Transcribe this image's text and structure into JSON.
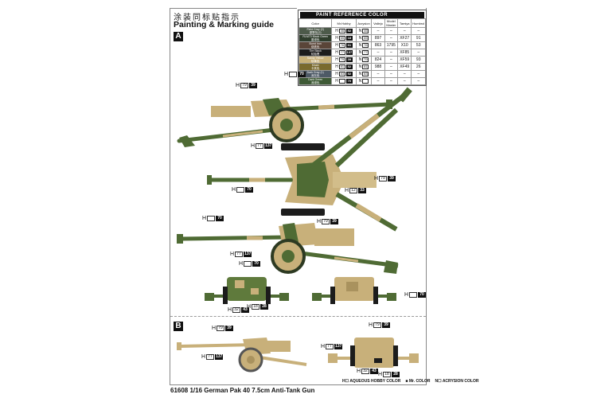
{
  "header": {
    "title_cn": "涂装同标贴指示",
    "title_en": "Painting & Marking guide"
  },
  "schemes": [
    {
      "label": "A"
    },
    {
      "label": "B"
    }
  ],
  "paint_table": {
    "title": "PAINT  REFERENCE COLOR",
    "columns": [
      "Color",
      "Mr.Hobby",
      "Acrysion",
      "Vallejo",
      "Model Master",
      "Tamiya",
      "Humbrol"
    ],
    "rows": [
      {
        "color": "Field Gray (2)",
        "color_cn": "原野灰(2)",
        "swatch": "#4d5a4a",
        "h": "45",
        "c": "52",
        "n": "45",
        "vallejo": "–",
        "model_master": "–",
        "tamiya": "–",
        "humbrol": "–"
      },
      {
        "color": "RLM70 Black Green",
        "color_cn": "墨绿色",
        "swatch": "#2f3d2c",
        "h": "65",
        "c": "18",
        "n": "65",
        "vallejo": "897",
        "model_master": "–",
        "tamiya": "XF27",
        "humbrol": "91"
      },
      {
        "color": "Burnt Iron",
        "color_cn": "烧铁色",
        "swatch": "#5a4538",
        "h": "76",
        "c": "61",
        "n": "76",
        "vallejo": "863",
        "model_master": "1795",
        "tamiya": "X10",
        "humbrol": "53"
      },
      {
        "color": "Tire Black",
        "color_cn": "轮胎黑",
        "swatch": "#1c1c1c",
        "h": "77",
        "c": "137",
        "n": "77",
        "vallejo": "–",
        "model_master": "–",
        "tamiya": "XF85",
        "humbrol": "–"
      },
      {
        "color": "Sandy Yellow",
        "color_cn": "砂黄色",
        "swatch": "#c9b27a",
        "h": "79",
        "c": "39",
        "n": "79",
        "vallejo": "824",
        "model_master": "–",
        "tamiya": "XF59",
        "humbrol": "93"
      },
      {
        "color": "Khaki",
        "color_cn": "卡其色",
        "swatch": "#7a6a2e",
        "h": "81",
        "c": "52",
        "n": "81",
        "vallejo": "988",
        "model_master": "–",
        "tamiya": "XF49",
        "humbrol": "26"
      },
      {
        "color": "Dark Gray (1)",
        "color_cn": "深灰色",
        "swatch": "#4e5a66",
        "h": "83",
        "c": "52",
        "n": "83",
        "vallejo": "–",
        "model_master": "–",
        "tamiya": "–",
        "humbrol": "–"
      },
      {
        "color": "Dark Green",
        "color_cn": "深绿色",
        "swatch": "#3e5a36",
        "h": "",
        "c": "70",
        "n": "",
        "vallejo": "–",
        "model_master": "–",
        "tamiya": "–",
        "humbrol": "–"
      }
    ]
  },
  "callouts": [
    {
      "h": "",
      "c": "70"
    },
    {
      "h": "79",
      "c": "39"
    },
    {
      "h": "77",
      "c": "137"
    },
    {
      "h": "",
      "c": "70"
    },
    {
      "h": "79",
      "c": "39"
    },
    {
      "h": "12",
      "c": "33"
    },
    {
      "h": "",
      "c": "70"
    },
    {
      "h": "79",
      "c": "39"
    },
    {
      "h": "77",
      "c": "137"
    },
    {
      "h": "",
      "c": "70"
    },
    {
      "h": "32",
      "c": "43"
    },
    {
      "h": "18",
      "c": "28"
    },
    {
      "h": "",
      "c": "70"
    },
    {
      "h": "79",
      "c": "39"
    },
    {
      "h": "77",
      "c": "137"
    },
    {
      "h": "79",
      "c": "39"
    },
    {
      "h": "77",
      "c": "137"
    },
    {
      "h": "32",
      "c": "43"
    },
    {
      "h": "18",
      "c": "28"
    }
  ],
  "callout_prefix": "H",
  "legend": [
    {
      "mark": "H☐",
      "label": "AQUEOUS HOBBY COLOR"
    },
    {
      "mark": "■",
      "label": "Mr. COLOR"
    },
    {
      "mark": "N☐",
      "label": "ACRYSION COLOR"
    }
  ],
  "footer": "61608 1/16  German Pak 40 7.5cm Anti-Tank Gun",
  "colors": {
    "dark_green": "#4f6b34",
    "sand": "#c8b07a",
    "tire": "#1c1c1c"
  }
}
